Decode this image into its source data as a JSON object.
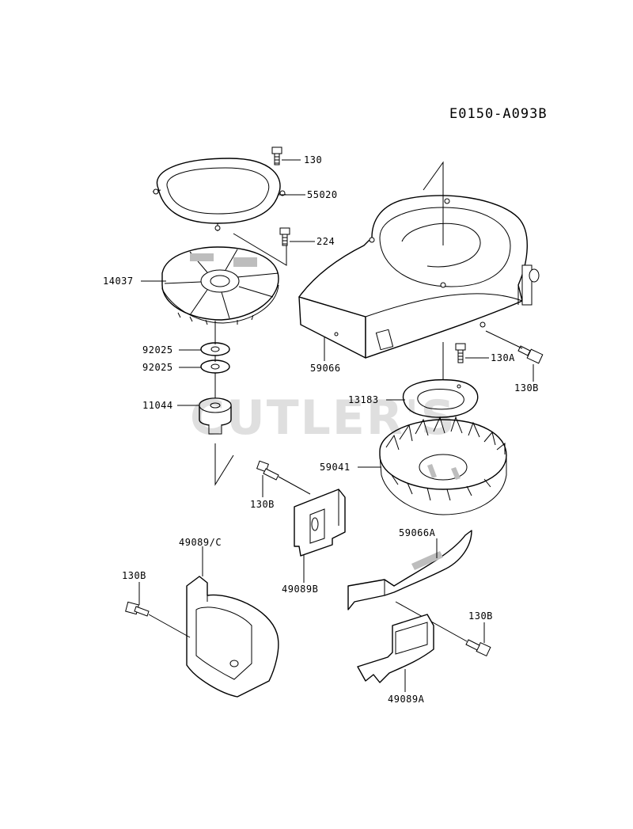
{
  "diagram_code": "E0150-A093B",
  "watermark": "CUTLER'S",
  "labels": {
    "p130_top": "130",
    "p55020": "55020",
    "p224": "224",
    "p14037": "14037",
    "p92025_a": "92025",
    "p92025_b": "92025",
    "p11044": "11044",
    "p59066": "59066",
    "p130A": "130A",
    "p130B_right": "130B",
    "p13183": "13183",
    "p59041": "59041",
    "p130B_mid": "130B",
    "p49089B": "49089B",
    "p49089C": "49089/C",
    "p130B_left": "130B",
    "p59066A": "59066A",
    "p130B_lower": "130B",
    "p49089A": "49089A"
  }
}
